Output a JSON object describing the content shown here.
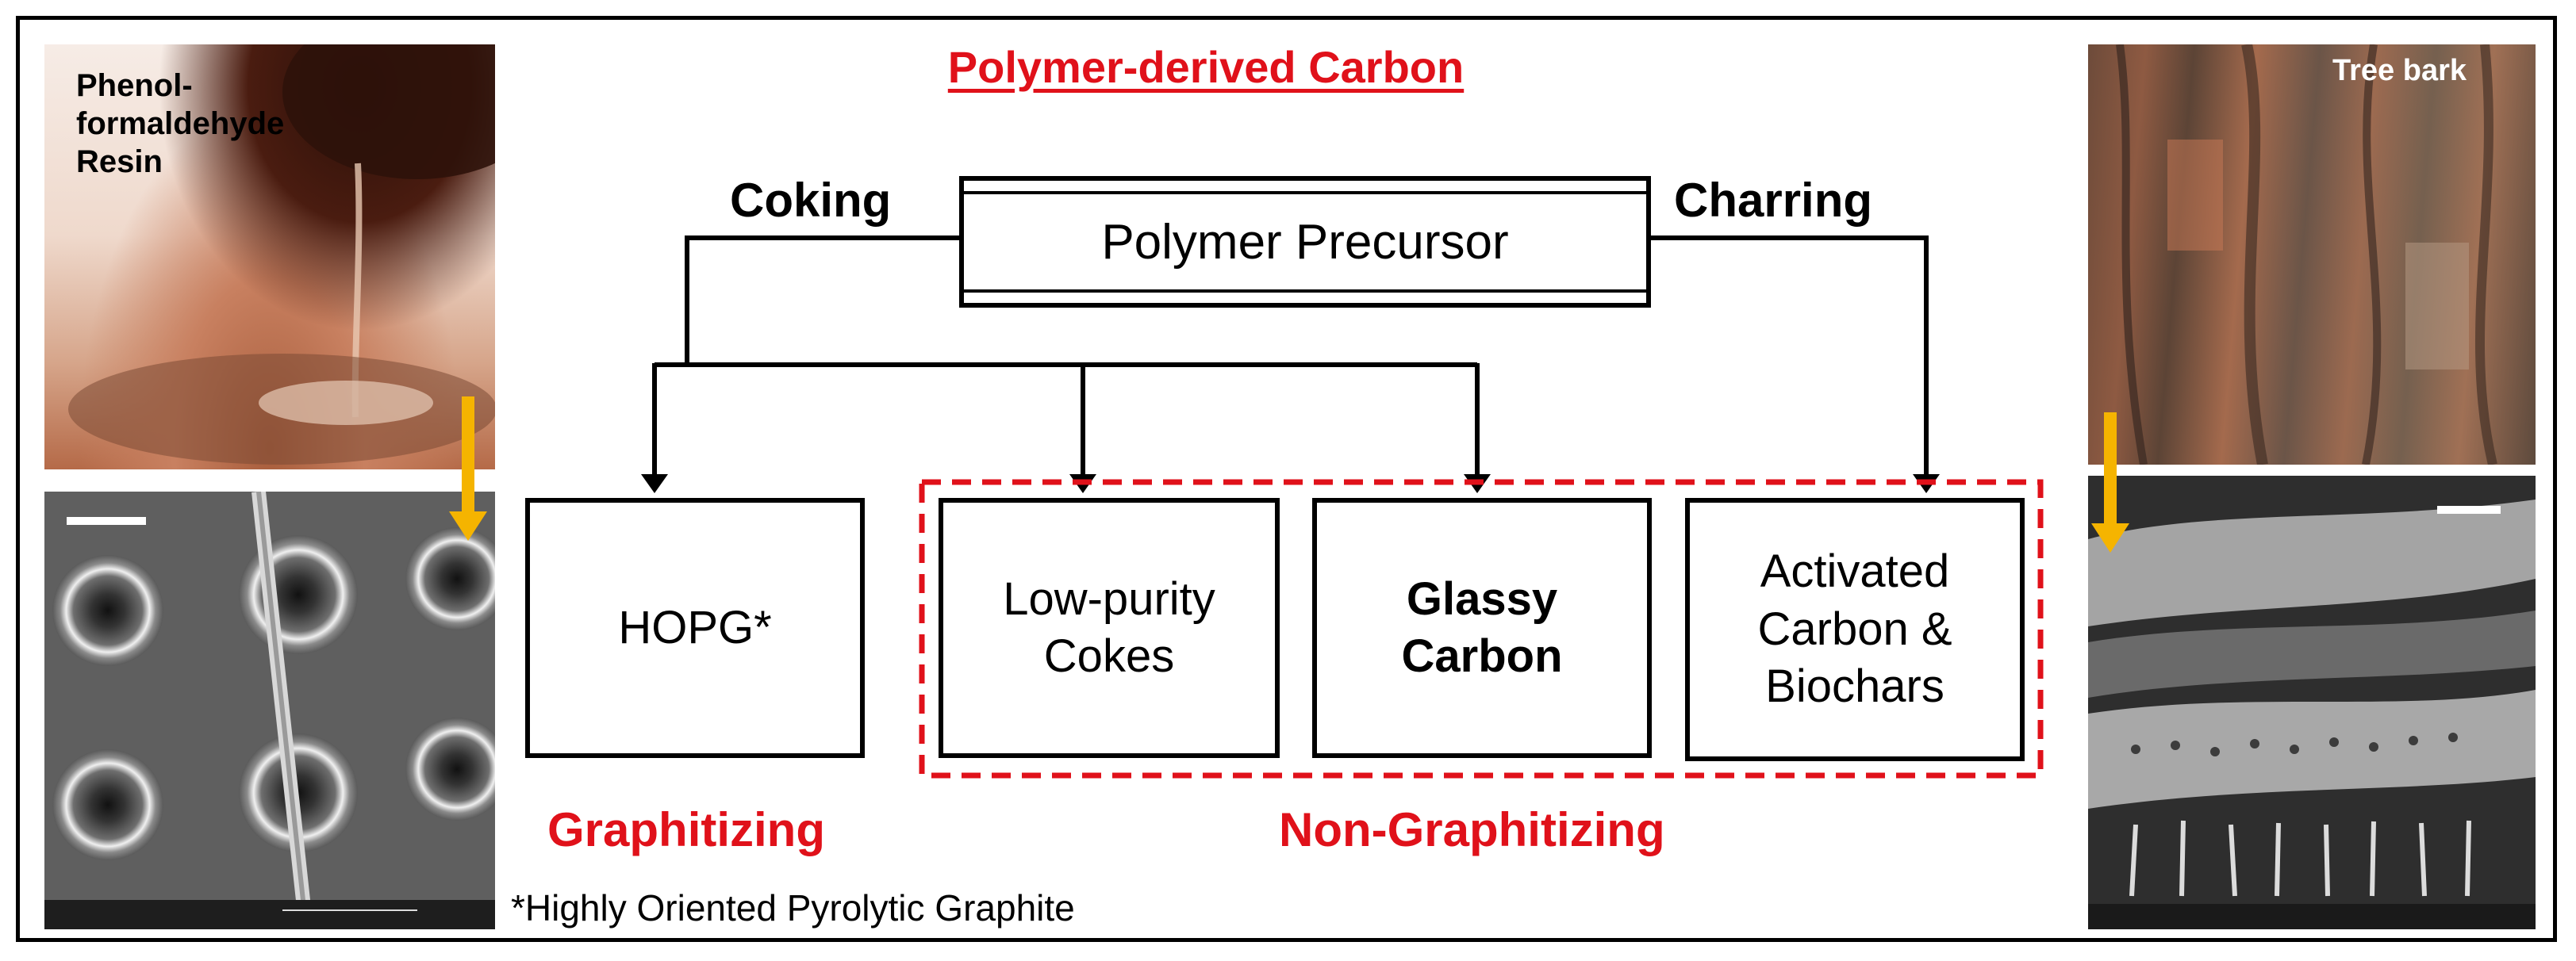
{
  "title": "Polymer-derived Carbon",
  "routes": {
    "left": "Coking",
    "right": "Charring"
  },
  "precursor": "Polymer Precursor",
  "products": {
    "hopg": "HOPG*",
    "cokes": [
      "Low-purity",
      "Cokes"
    ],
    "glassy": [
      "Glassy",
      "Carbon"
    ],
    "activated": [
      "Activated",
      "Carbon &",
      "Biochars"
    ]
  },
  "categories": {
    "graphitizing": "Graphitizing",
    "non_graphitizing": "Non-Graphitizing"
  },
  "footnote": "*Highly Oriented Pyrolytic Graphite",
  "photos": {
    "resin_label": [
      "Phenol-",
      "formaldehyde",
      "Resin"
    ],
    "bark_label": "Tree bark"
  },
  "colors": {
    "accent_red": "#e0111a",
    "arrow_yellow": "#f5b400"
  }
}
